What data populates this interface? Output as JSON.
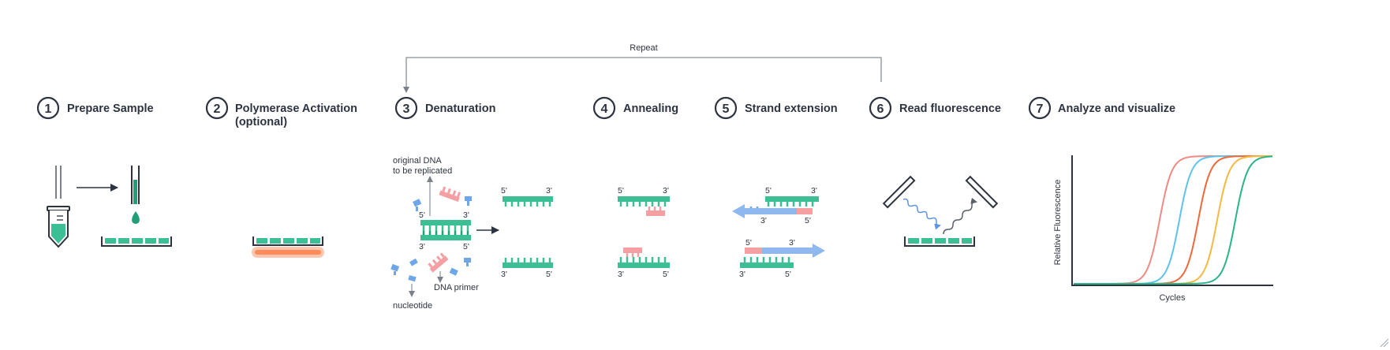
{
  "loop": {
    "label": "Repeat"
  },
  "steps": [
    {
      "number": "1",
      "title": "Prepare Sample"
    },
    {
      "number": "2",
      "title": "Polymerase Activation",
      "subtitle": "(optional)"
    },
    {
      "number": "3",
      "title": "Denaturation"
    },
    {
      "number": "4",
      "title": "Annealing"
    },
    {
      "number": "5",
      "title": "Strand extension"
    },
    {
      "number": "6",
      "title": "Read fluorescence"
    },
    {
      "number": "7",
      "title": "Analyze and visualize"
    }
  ],
  "labels": {
    "original_dna_1": "original DNA",
    "original_dna_2": "to be replicated",
    "dna_primer": "DNA primer",
    "nucleotide": "nucleotide",
    "five_prime": "5'",
    "three_prime": "3'"
  },
  "chart": {
    "ylabel": "Relative Fluorescence",
    "xlabel": "Cycles"
  },
  "colors": {
    "dna": "#3dbf95",
    "dna_dark": "#1f9e78",
    "primer": "#f4a0a3",
    "nucleotide": "#6fa6e8",
    "heat": "#ff8a5c",
    "ink": "#2d3340",
    "line": "#7a808a",
    "curves": [
      "#f08a84",
      "#5ec3ec",
      "#f0683a",
      "#f5b942",
      "#2ab587"
    ]
  }
}
